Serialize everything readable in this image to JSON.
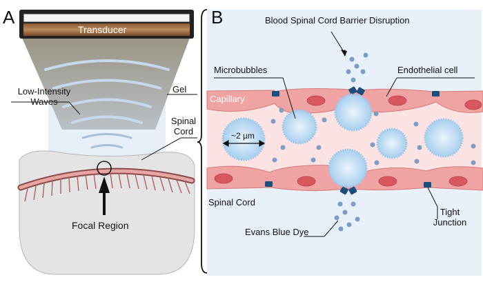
{
  "panels": {
    "a": "A",
    "b": "B"
  },
  "left": {
    "transducer": "Transducer",
    "waves_line1": "Low-Intensity",
    "waves_line2": "Waves",
    "gel": "Gel",
    "cord_line1": "Spinal",
    "cord_line2": "Cord",
    "focal": "Focal Region"
  },
  "right": {
    "bscb": "Blood Spinal Cord Barrier Disruption",
    "microbubbles": "Microbubbles",
    "endothelial": "Endothelial cell",
    "capillary": "Capillary",
    "size": "~2 µm",
    "spinal_cord": "Spinal Cord",
    "evans": "Evans Blue Dye",
    "tight_line1": "Tight",
    "tight_line2": "Junction"
  },
  "colors": {
    "panel_bg": "#e8f0fa",
    "capillary_wall": "#f0a3a3",
    "capillary_lumen": "#fbe3e3",
    "nucleus": "#d9575f",
    "microbubble": "#b8d9f2",
    "dye": "#7f9cc3",
    "junction": "#1d4d7a"
  }
}
